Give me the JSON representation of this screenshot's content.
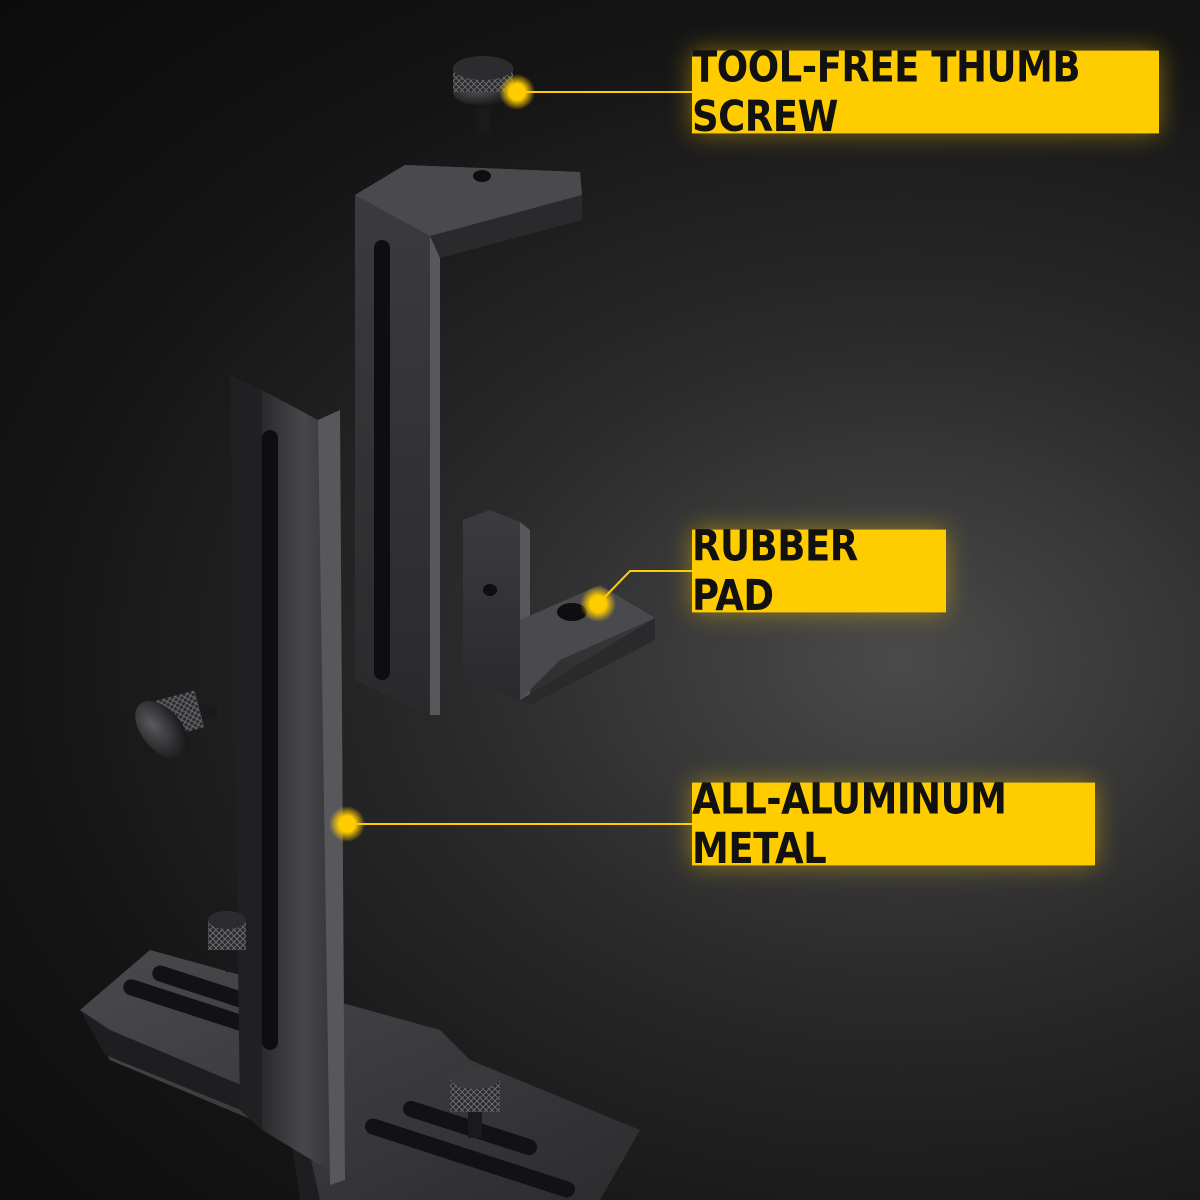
{
  "colors": {
    "accent": "#FFCC00",
    "metal_dark": "#1c1c1e",
    "metal_mid": "#3a3a3d",
    "metal_light": "#6a6a6e"
  },
  "callouts": {
    "thumb_screw": "TOOL-FREE THUMB SCREW",
    "rubber_pad": "RUBBER PAD",
    "metal": "ALL-ALUMINUM METAL"
  }
}
